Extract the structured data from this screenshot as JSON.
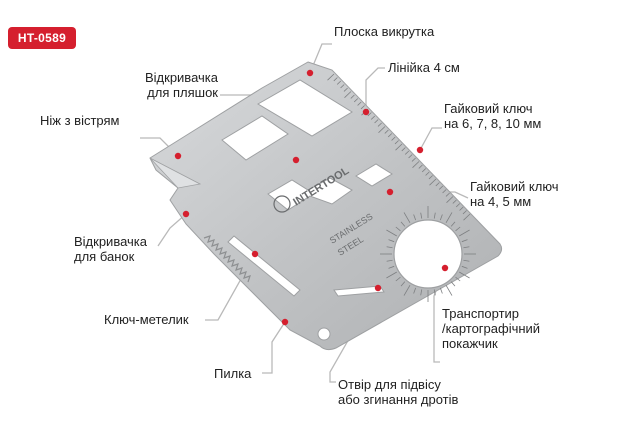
{
  "product_code": "HT-0589",
  "brand_stamp": "INTERTOOL",
  "material_stamp": "STAINLESS\nSTEEL",
  "colors": {
    "accent": "#d51f2e",
    "steel": "#c4c6c8",
    "leader": "#b9b9b9"
  },
  "labels": {
    "flat_screwdriver": "Плоска викрутка",
    "bottle_opener": "Відкривачка\nдля пляшок",
    "ruler": "Лінійка 4 см",
    "sharp_knife": "Ніж з вістрям",
    "wrench_large": "Гайковий ключ\nна 6, 7, 8, 10 мм",
    "wrench_small": "Гайковий ключ\nна 4, 5 мм",
    "can_opener": "Відкривачка\nдля банок",
    "butterfly_key": "Ключ-метелик",
    "protractor": "Транспортир\n/картографічний\nпокажчик",
    "saw": "Пилка",
    "hanging_hole": "Отвір для підвісу\nабо згинання дротів"
  }
}
